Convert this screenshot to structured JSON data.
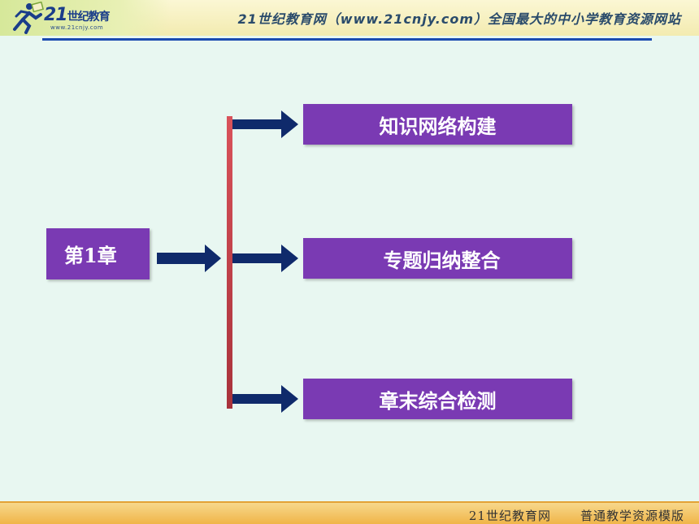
{
  "header": {
    "logo_main": "21",
    "logo_sub": "世纪教育",
    "logo_url": "www.21cnjy.com",
    "slogan": "21世纪教育网（www.21cnjy.com）全国最大的中小学教育资源网站"
  },
  "diagram": {
    "chapter": "第1章",
    "topics": [
      "知识网络构建",
      "专题归纳整合",
      "章末综合检测"
    ]
  },
  "footer": {
    "site": "21世纪教育网",
    "template": "普通教学资源模版"
  },
  "colors": {
    "box_fill": "#7a3ab3",
    "arrow_fill": "#0f2a6b",
    "bracket": "#c9454c",
    "header_line": "#1b4bb0",
    "footer_bg": "#f0b548",
    "background": "#e8f7f1"
  }
}
